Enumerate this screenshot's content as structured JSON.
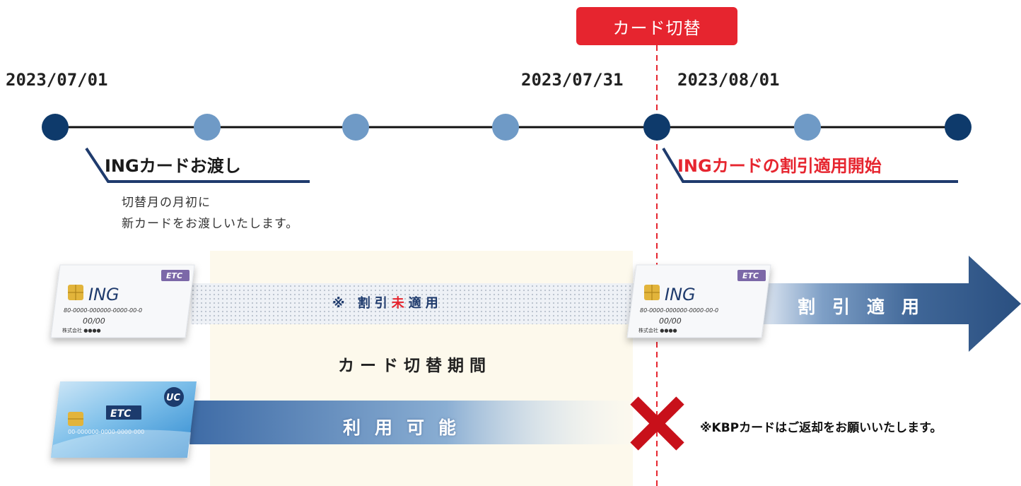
{
  "switch_badge": "カード切替",
  "dates": {
    "start": "2023/07/01",
    "end": "2023/07/31",
    "next": "2023/08/01"
  },
  "captions": {
    "handover": "INGカードお渡し",
    "discount_start": "INGカードの割引適用開始"
  },
  "description": {
    "line1": "切替月の月初に",
    "line2": "新カードをお渡しいたします。"
  },
  "bars": {
    "discount_not_applied": {
      "prefix": "※ 割引",
      "highlight": "未",
      "suffix": "適用"
    },
    "switch_period": "カード切替期間",
    "usable": "利用可能",
    "discount_applied": "割引適用"
  },
  "return_note": "※KBPカードはご返却をお願いいたします。",
  "ing_card": {
    "brand": "ING",
    "etc_label": "ETC",
    "number": "80-0000-000000-0000-00-0",
    "expiry": "00/00",
    "holder": "株式会社 ●●●●"
  },
  "kbp_card": {
    "etc_label": "ETC",
    "number": "00-000000-0000-0000-000",
    "logo": "UC"
  },
  "colors": {
    "accent_red": "#e6252f",
    "navy": "#1f3b6d",
    "node_dark": "#0e3a6b",
    "node_light": "#6f9ac6",
    "period_bg": "#fdf9ec"
  }
}
